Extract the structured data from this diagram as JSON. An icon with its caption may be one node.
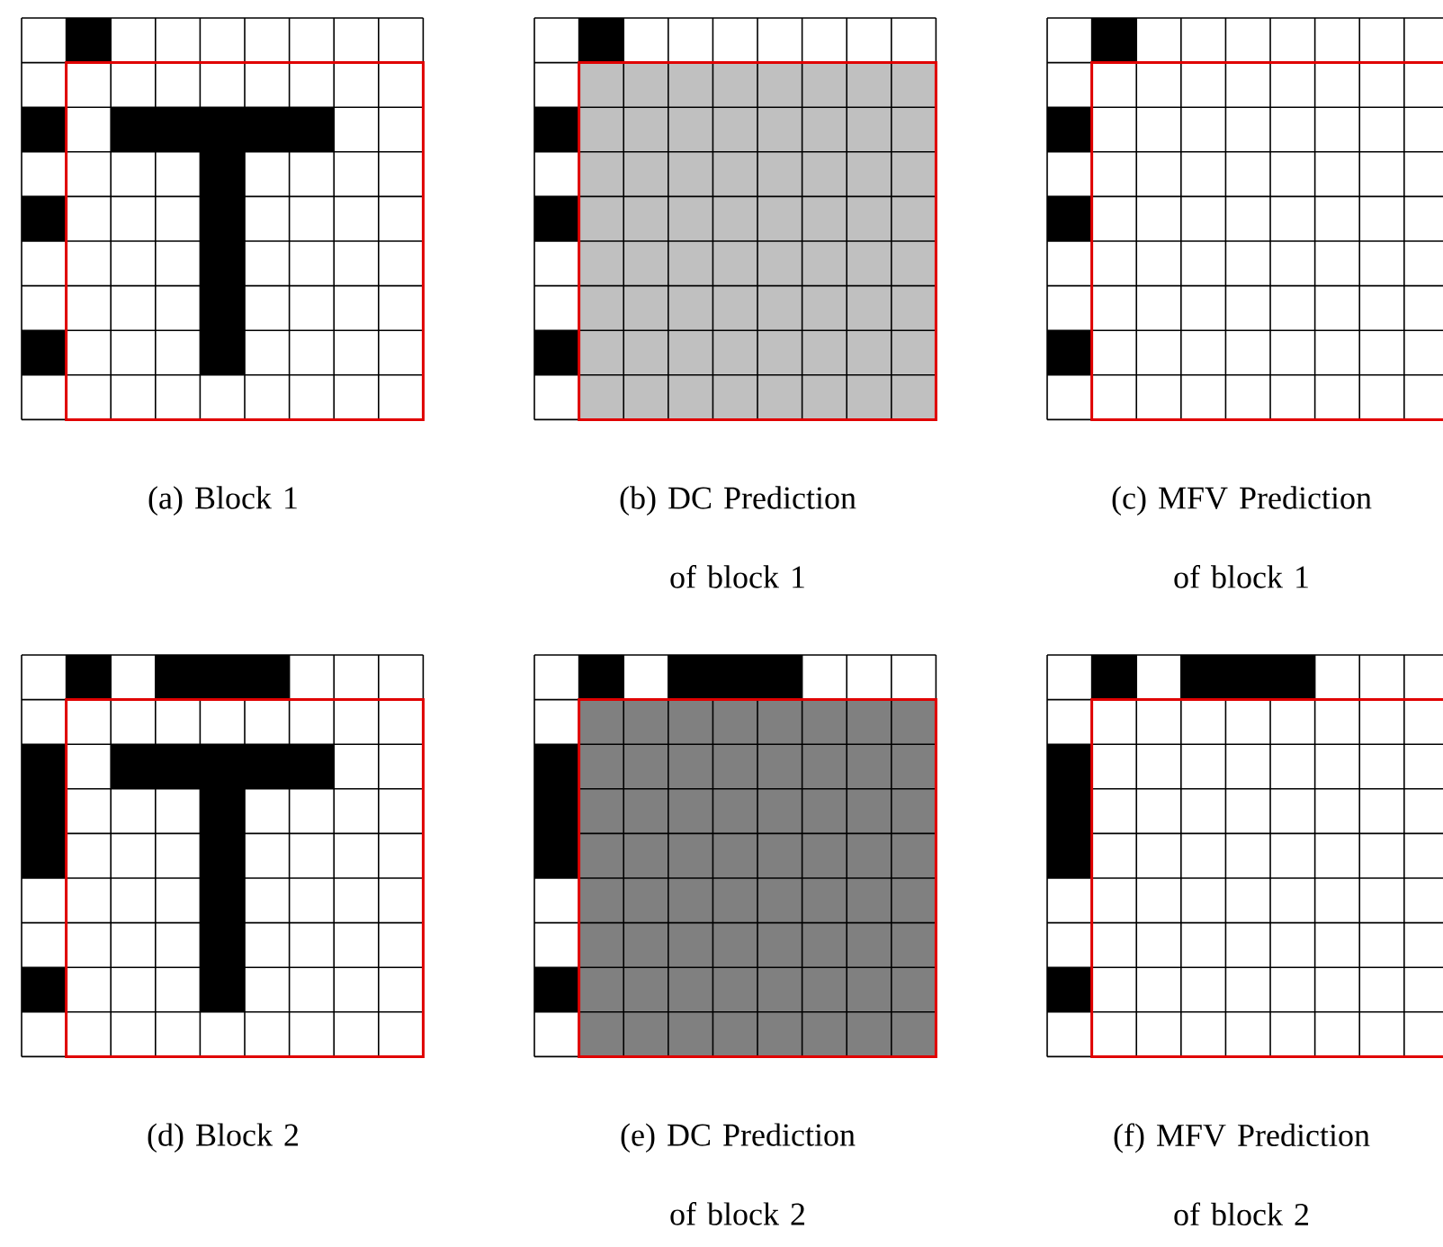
{
  "diagram": {
    "labels": [
      "(a) Block 1",
      "(b) DC Prediction of block 1",
      "(c) MFV Prediction of block 1",
      "(d) Block 2",
      "(e) DC Prediction of block 2",
      "(f) MFV Prediction of block 2"
    ]
  }
}
